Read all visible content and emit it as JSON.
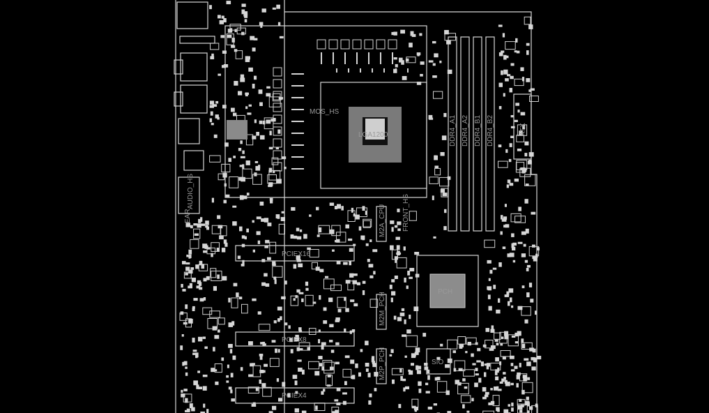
{
  "board": {
    "labels": {
      "mos_hs": "MOS_HS",
      "cpu_socket": "LGA1200",
      "front_hs": "FRONT_HS",
      "atx": "ATX",
      "audio": "AUDIO_HS",
      "rear": "EAR",
      "pciex16": "PCIEX16",
      "pciex8": "PCIEX8",
      "pciex4": "PCIEX4",
      "pch": "PCH",
      "sio": "SIO",
      "m2a": "M2A_CPU",
      "m2m": "M2M_PCH",
      "m2p": "M2P_PCH",
      "ddr": [
        "DDR4_A1",
        "DDR4_A2",
        "DDR4_B1",
        "DDR4_B2"
      ]
    },
    "colors": {
      "background": "#000000",
      "outline": "#d8d8d8",
      "label": "#9a9a9a"
    }
  }
}
